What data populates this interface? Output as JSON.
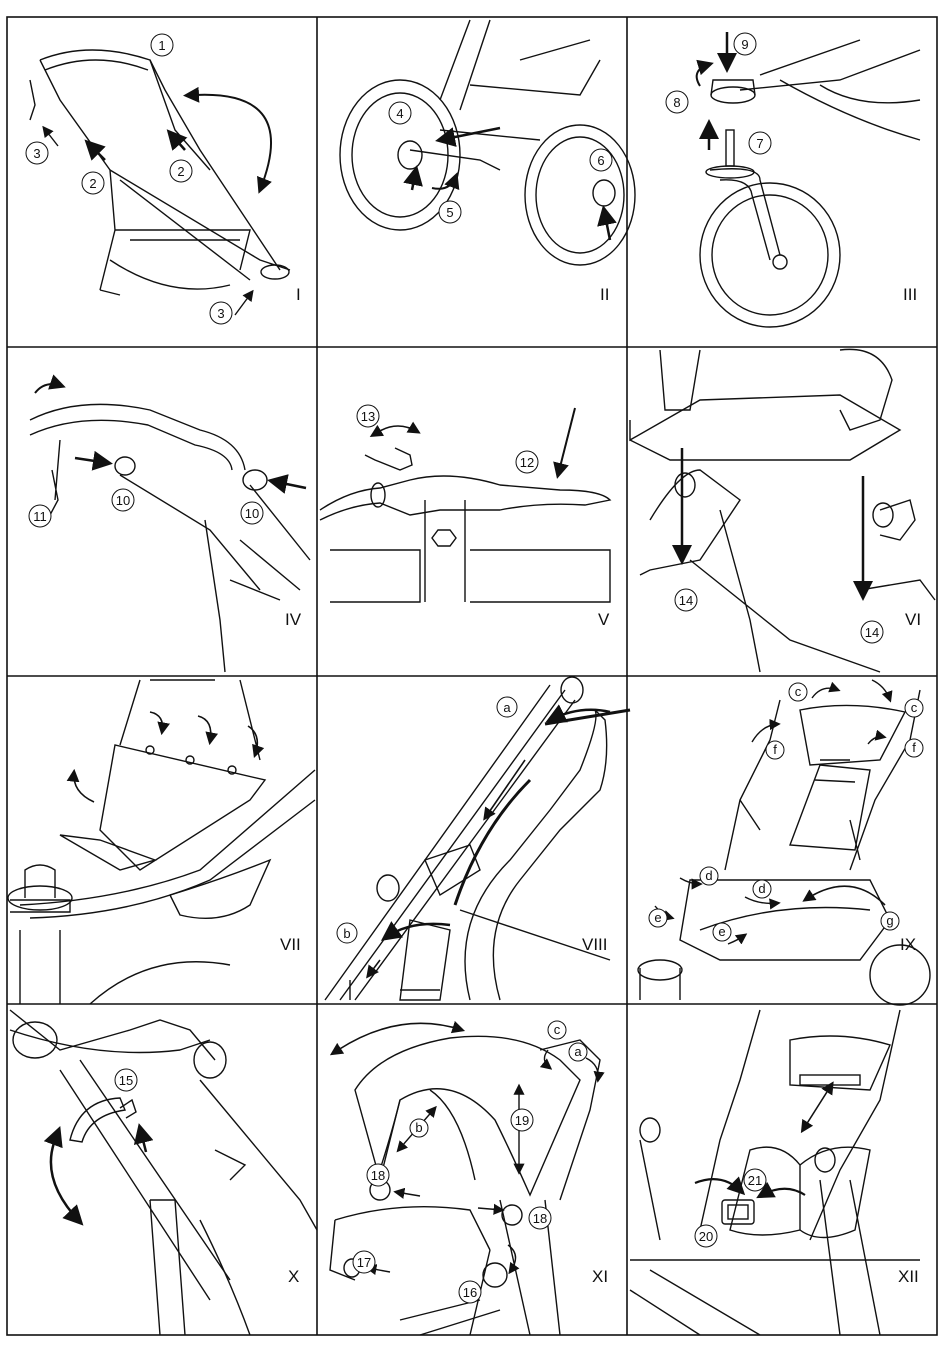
{
  "panels": [
    {
      "roman": "I",
      "labels": [
        {
          "text": "1",
          "shape": "circle"
        },
        {
          "text": "2",
          "shape": "circle"
        },
        {
          "text": "2",
          "shape": "circle"
        },
        {
          "text": "3",
          "shape": "circle"
        },
        {
          "text": "3",
          "shape": "circle"
        }
      ]
    },
    {
      "roman": "II",
      "labels": [
        {
          "text": "4",
          "shape": "circle"
        },
        {
          "text": "5",
          "shape": "circle"
        },
        {
          "text": "6",
          "shape": "circle"
        }
      ]
    },
    {
      "roman": "III",
      "labels": [
        {
          "text": "7",
          "shape": "circle"
        },
        {
          "text": "8",
          "shape": "circle"
        },
        {
          "text": "9",
          "shape": "circle"
        }
      ]
    },
    {
      "roman": "IV",
      "labels": [
        {
          "text": "10",
          "shape": "circle"
        },
        {
          "text": "10",
          "shape": "circle"
        },
        {
          "text": "11",
          "shape": "circle"
        }
      ]
    },
    {
      "roman": "V",
      "labels": [
        {
          "text": "12",
          "shape": "circle"
        },
        {
          "text": "13",
          "shape": "circle"
        }
      ]
    },
    {
      "roman": "VI",
      "labels": [
        {
          "text": "14",
          "shape": "circle"
        },
        {
          "text": "14",
          "shape": "circle"
        }
      ]
    },
    {
      "roman": "VII",
      "labels": []
    },
    {
      "roman": "VIII",
      "labels": [
        {
          "text": "a",
          "shape": "circle"
        },
        {
          "text": "b",
          "shape": "circle"
        }
      ]
    },
    {
      "roman": "IX",
      "labels": [
        {
          "text": "c",
          "shape": "circle"
        },
        {
          "text": "c",
          "shape": "circle"
        },
        {
          "text": "f",
          "shape": "circle"
        },
        {
          "text": "f",
          "shape": "circle"
        },
        {
          "text": "d",
          "shape": "circle"
        },
        {
          "text": "d",
          "shape": "circle"
        },
        {
          "text": "e",
          "shape": "circle"
        },
        {
          "text": "e",
          "shape": "circle"
        },
        {
          "text": "g",
          "shape": "circle"
        }
      ]
    },
    {
      "roman": "X",
      "labels": [
        {
          "text": "15",
          "shape": "circle"
        }
      ]
    },
    {
      "roman": "XI",
      "labels": [
        {
          "text": "c",
          "shape": "circle"
        },
        {
          "text": "a",
          "shape": "circle"
        },
        {
          "text": "b",
          "shape": "circle"
        },
        {
          "text": "19",
          "shape": "circle"
        },
        {
          "text": "18",
          "shape": "circle"
        },
        {
          "text": "18",
          "shape": "circle"
        },
        {
          "text": "17",
          "shape": "circle"
        },
        {
          "text": "16",
          "shape": "circle"
        }
      ]
    },
    {
      "roman": "XII",
      "labels": [
        {
          "text": "21",
          "shape": "circle"
        },
        {
          "text": "20",
          "shape": "circle"
        }
      ]
    }
  ],
  "colors": {
    "line": "#111111",
    "paper": "#ffffff"
  },
  "icon_names": [
    "stroller-frame",
    "wheel",
    "arrow",
    "double-arrow",
    "canopy",
    "harness-buckle"
  ]
}
